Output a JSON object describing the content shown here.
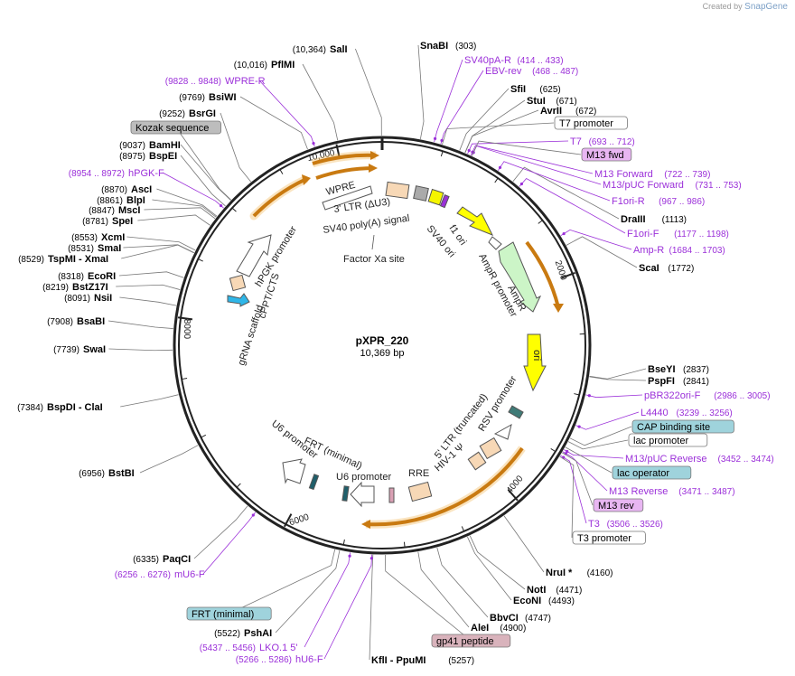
{
  "credit": {
    "prefix": "Created by",
    "brand": "SnapGene"
  },
  "plasmid": {
    "name": "pXPR_220",
    "size": "10,369 bp"
  },
  "scale": {
    "total": 10369,
    "ticks": [
      "2000",
      "4000",
      "6000",
      "8000",
      "10,000"
    ],
    "tick_values": [
      2000,
      4000,
      6000,
      8000,
      10000
    ]
  },
  "colors": {
    "site": "#000000",
    "primer": "#9b30d9",
    "line": "#777777"
  },
  "sites": [
    {
      "name": "SnaBI",
      "pos": "(303)"
    },
    {
      "name": "SfiI",
      "pos": "(625)"
    },
    {
      "name": "StuI",
      "pos": "(671)"
    },
    {
      "name": "AvrII",
      "pos": "(672)"
    },
    {
      "name": "DraIII",
      "pos": "(1113)"
    },
    {
      "name": "ScaI",
      "pos": "(1772)"
    },
    {
      "name": "BseYI",
      "pos": "(2837)"
    },
    {
      "name": "PspFI",
      "pos": "(2841)"
    },
    {
      "name": "NruI *",
      "pos": "(4160)"
    },
    {
      "name": "NotI",
      "pos": "(4471)"
    },
    {
      "name": "EcoNI",
      "pos": "(4493)"
    },
    {
      "name": "BbvCI",
      "pos": "(4747)"
    },
    {
      "name": "AleI",
      "pos": "(4900)"
    },
    {
      "name": "KflI - PpuMI",
      "pos": "(5257)"
    },
    {
      "name": "PshAI",
      "pos": "(5522)"
    },
    {
      "name": "PaqCI",
      "pos": "(6335)"
    },
    {
      "name": "BstBI",
      "pos": "(6956)"
    },
    {
      "name": "BspDI - ClaI",
      "pos": "(7384)"
    },
    {
      "name": "SwaI",
      "pos": "(7739)"
    },
    {
      "name": "BsaBI",
      "pos": "(7908)"
    },
    {
      "name": "NsiI",
      "pos": "(8091)"
    },
    {
      "name": "BstZ17I",
      "pos": "(8219)"
    },
    {
      "name": "EcoRI",
      "pos": "(8318)"
    },
    {
      "name": "TspMI - XmaI",
      "pos": "(8529)"
    },
    {
      "name": "SmaI",
      "pos": "(8531)"
    },
    {
      "name": "XcmI",
      "pos": "(8553)"
    },
    {
      "name": "SpeI",
      "pos": "(8781)"
    },
    {
      "name": "MscI",
      "pos": "(8847)"
    },
    {
      "name": "BlpI",
      "pos": "(8861)"
    },
    {
      "name": "AscI",
      "pos": "(8870)"
    },
    {
      "name": "BspEI",
      "pos": "(8975)"
    },
    {
      "name": "BamHI",
      "pos": "(9037)"
    },
    {
      "name": "BsrGI",
      "pos": "(9252)"
    },
    {
      "name": "BsiWI",
      "pos": "(9769)"
    },
    {
      "name": "PflMI",
      "pos": "(10,016)"
    },
    {
      "name": "SalI",
      "pos": "(10,364)"
    }
  ],
  "primers": [
    {
      "name": "SV40pA-R",
      "pos": "(414 .. 433)"
    },
    {
      "name": "EBV-rev",
      "pos": "(468 .. 487)"
    },
    {
      "name": "T7",
      "pos": "(693 .. 712)"
    },
    {
      "name": "M13 Forward",
      "pos": "(722 .. 739)"
    },
    {
      "name": "M13/pUC Forward",
      "pos": "(731 .. 753)"
    },
    {
      "name": "F1ori-R",
      "pos": "(967 .. 986)"
    },
    {
      "name": "F1ori-F",
      "pos": "(1177 .. 1198)"
    },
    {
      "name": "Amp-R",
      "pos": "(1684 .. 1703)"
    },
    {
      "name": "pBR322ori-F",
      "pos": "(2986 .. 3005)"
    },
    {
      "name": "L4440",
      "pos": "(3239 .. 3256)"
    },
    {
      "name": "M13/pUC Reverse",
      "pos": "(3452 .. 3474)"
    },
    {
      "name": "M13 Reverse",
      "pos": "(3471 .. 3487)"
    },
    {
      "name": "T3",
      "pos": "(3506 .. 3526)"
    },
    {
      "name": "LKO.1 5'",
      "pos": "(5437 .. 5456)"
    },
    {
      "name": "hU6-F",
      "pos": "(5266 .. 5286)"
    },
    {
      "name": "mU6-F",
      "pos": "(6256 .. 6276)"
    },
    {
      "name": "hPGK-F",
      "pos": "(8954 .. 8972)"
    },
    {
      "name": "WPRE-R",
      "pos": "(9828 .. 9848)"
    }
  ],
  "boxed_features": [
    {
      "name": "T7 promoter",
      "fill": "#ffffff"
    },
    {
      "name": "M13 fwd",
      "fill": "#e8b6f2"
    },
    {
      "name": "CAP binding site",
      "fill": "#9fd3dc"
    },
    {
      "name": "lac promoter",
      "fill": "#ffffff"
    },
    {
      "name": "lac operator",
      "fill": "#9fd3dc"
    },
    {
      "name": "M13 rev",
      "fill": "#e8b6f2"
    },
    {
      "name": "T3 promoter",
      "fill": "#ffffff"
    },
    {
      "name": "gp41 peptide",
      "fill": "#d9b3bc"
    },
    {
      "name": "FRT (minimal)",
      "fill": "#9fd3dc"
    },
    {
      "name": "Kozak sequence",
      "fill": "#bdbdbd"
    }
  ],
  "inner_labels": [
    "WPRE",
    "3' LTR (ΔU3)",
    "SV40 poly(A) signal",
    "f1 ori",
    "SV40 ori",
    "Factor Xa site",
    "AmpR promoter",
    "AmpR",
    "ori",
    "RSV promoter",
    "5' LTR (truncated)",
    "HIV-1 Ψ",
    "RRE",
    "U6 promoter",
    "FRT (minimal)",
    "U6 promoter",
    "gRNA scaffold",
    "cPPT/CTS",
    "hPGK promoter"
  ]
}
